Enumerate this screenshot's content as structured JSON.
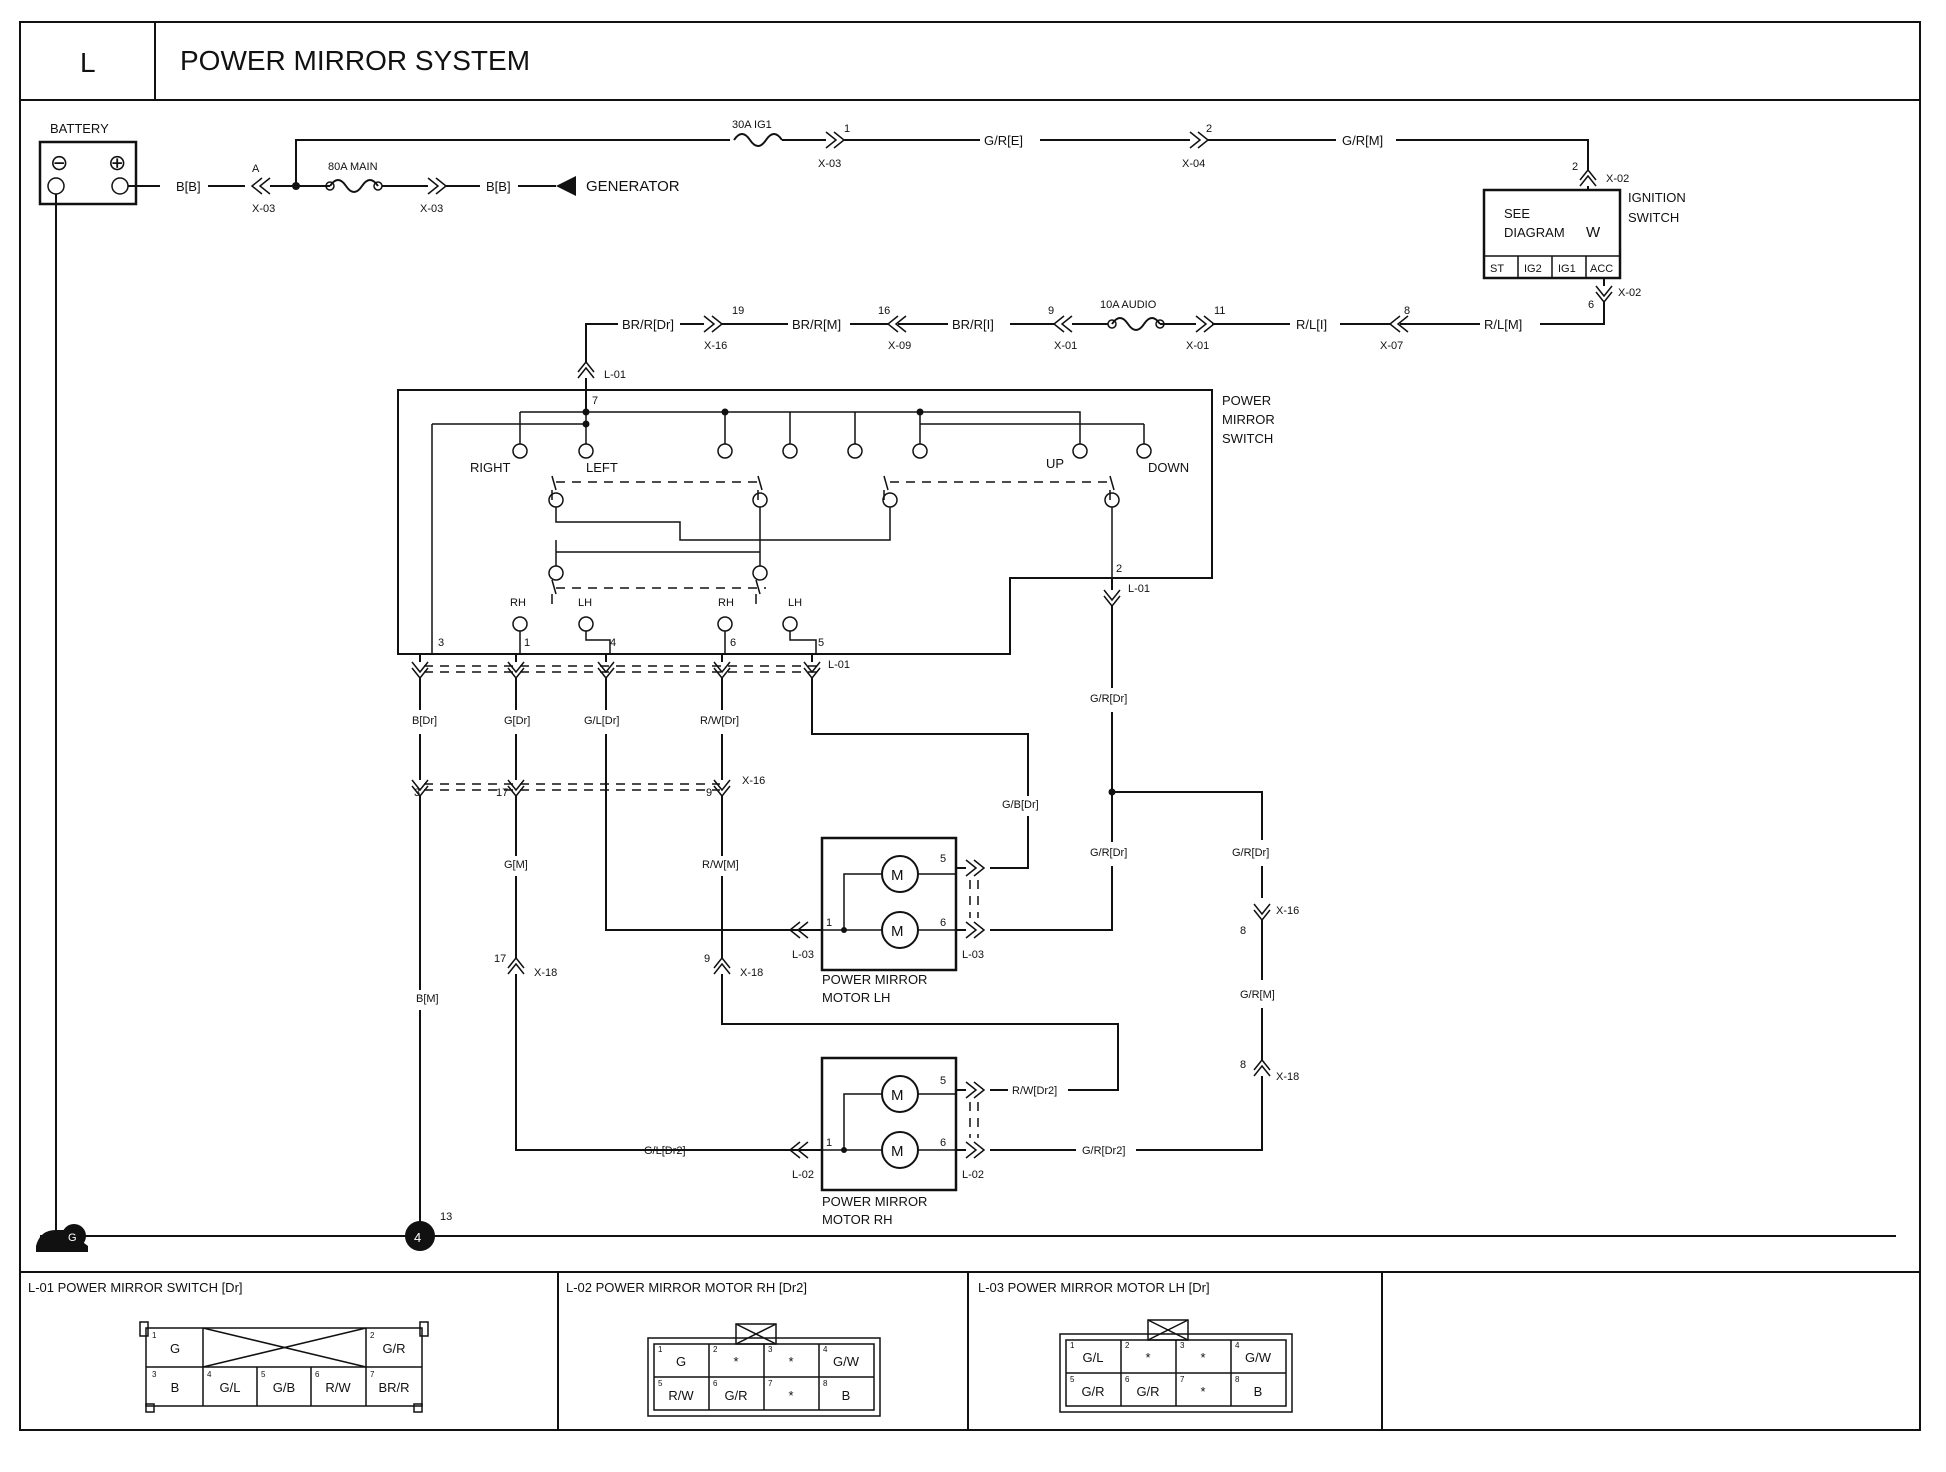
{
  "header": {
    "section": "L",
    "title": "POWER MIRROR SYSTEM"
  },
  "battery": {
    "label": "BATTERY",
    "minus": "⊖",
    "plus": "⊕"
  },
  "top_circuit": {
    "wire_bb_1": "B[B]",
    "conn_a": "A",
    "x03_a": "X-03",
    "fuse_main": "80A MAIN",
    "x03_b": "X-03",
    "wire_bb_2": "B[B]",
    "generator": "GENERATOR",
    "fuse_ig1": "30A IG1",
    "x03_pin": "1",
    "x03_c": "X-03",
    "wire_gre": "G/R[E]",
    "x04_pin": "2",
    "x04": "X-04",
    "wire_grm": "G/R[M]",
    "x02_pin_top": "2",
    "x02_top": "X-02",
    "ign_line1": "SEE",
    "ign_line2": "DIAGRAM",
    "ign_line3": "W",
    "ign_name1": "IGNITION",
    "ign_name2": "SWITCH",
    "ign_st": "ST",
    "ign_ig2": "IG2",
    "ign_ig1": "IG1",
    "ign_acc": "ACC",
    "x02_pin_bot": "6",
    "x02_bot": "X-02"
  },
  "audio_circuit": {
    "wire_brr_dr": "BR/R[Dr]",
    "x16_pin": "19",
    "x16": "X-16",
    "wire_brr_m": "BR/R[M]",
    "x09_pin": "16",
    "x09": "X-09",
    "wire_brr_i": "BR/R[I]",
    "x01_pin_a": "9",
    "x01_a": "X-01",
    "fuse_audio": "10A AUDIO",
    "x01_pin_b": "11",
    "x01_b": "X-01",
    "wire_rl_i": "R/L[I]",
    "x07_pin": "8",
    "x07": "X-07",
    "wire_rl_m": "R/L[M]",
    "l01_top": "L-01"
  },
  "switch": {
    "name1": "POWER",
    "name2": "MIRROR",
    "name3": "SWITCH",
    "pin7": "7",
    "right": "RIGHT",
    "left": "LEFT",
    "up": "UP",
    "down": "DOWN",
    "rh1": "RH",
    "lh1": "LH",
    "rh2": "RH",
    "lh2": "LH",
    "pin2": "2",
    "l01_right": "L-01",
    "pin3": "3",
    "pin1": "1",
    "pin4": "4",
    "pin6": "6",
    "pin5": "5",
    "l01_bottom": "L-01"
  },
  "wires": {
    "b_dr": "B[Dr]",
    "g_dr": "G[Dr]",
    "gl_dr": "G/L[Dr]",
    "rw_dr": "R/W[Dr]",
    "grr_dr": "G/R[Dr]",
    "gb_dr": "G/B[Dr]",
    "x16_pin3": "3",
    "x16_pin17": "17",
    "x16_pin9": "9",
    "x16_mid": "X-16",
    "g_m": "G[M]",
    "rw_m": "R/W[M]",
    "grr_dr2": "G/R[Dr]",
    "grr_dr3": "G/R[Dr]",
    "x16_pin8": "8",
    "x16_right": "X-16",
    "gr_m": "G/R[M]",
    "x18_pin8": "8",
    "x18_right": "X-18",
    "b_m": "B[M]",
    "x18_pin17": "17",
    "x18_left": "X-18",
    "x18_pin9": "9",
    "x18_mid": "X-18",
    "rw_dr2": "R/W[Dr2]",
    "gl_dr2": "G/L[Dr2]",
    "gr_dr2": "G/R[Dr2]",
    "ground_label": "G",
    "ground_num": "4",
    "ground_pin": "13"
  },
  "motor_lh": {
    "pin5": "5",
    "pin1": "1",
    "pin6": "6",
    "conn_left": "L-03",
    "conn_right": "L-03",
    "name1": "POWER MIRROR",
    "name2": "MOTOR LH",
    "m": "M"
  },
  "motor_rh": {
    "pin5": "5",
    "pin1": "1",
    "pin6": "6",
    "conn_left": "L-02",
    "conn_right": "L-02",
    "name1": "POWER MIRROR",
    "name2": "MOTOR RH",
    "m": "M"
  },
  "connectors": [
    {
      "title": "L-01 POWER MIRROR SWITCH [Dr]",
      "cells": [
        {
          "n": "1",
          "t": "G"
        },
        {
          "n": "2",
          "t": "G/R"
        },
        {
          "n": "3",
          "t": "B"
        },
        {
          "n": "4",
          "t": "G/L"
        },
        {
          "n": "5",
          "t": "G/B"
        },
        {
          "n": "6",
          "t": "R/W"
        },
        {
          "n": "7",
          "t": "BR/R"
        }
      ]
    },
    {
      "title": "L-02 POWER MIRROR MOTOR RH [Dr2]",
      "cells": [
        {
          "n": "1",
          "t": "G"
        },
        {
          "n": "2",
          "t": "*"
        },
        {
          "n": "3",
          "t": "*"
        },
        {
          "n": "4",
          "t": "G/W"
        },
        {
          "n": "5",
          "t": "R/W"
        },
        {
          "n": "6",
          "t": "G/R"
        },
        {
          "n": "7",
          "t": "*"
        },
        {
          "n": "8",
          "t": "B"
        }
      ]
    },
    {
      "title": "L-03 POWER MIRROR MOTOR LH [Dr]",
      "cells": [
        {
          "n": "1",
          "t": "G/L"
        },
        {
          "n": "2",
          "t": "*"
        },
        {
          "n": "3",
          "t": "*"
        },
        {
          "n": "4",
          "t": "G/W"
        },
        {
          "n": "5",
          "t": "G/R"
        },
        {
          "n": "6",
          "t": "G/R"
        },
        {
          "n": "7",
          "t": "*"
        },
        {
          "n": "8",
          "t": "B"
        }
      ]
    }
  ]
}
